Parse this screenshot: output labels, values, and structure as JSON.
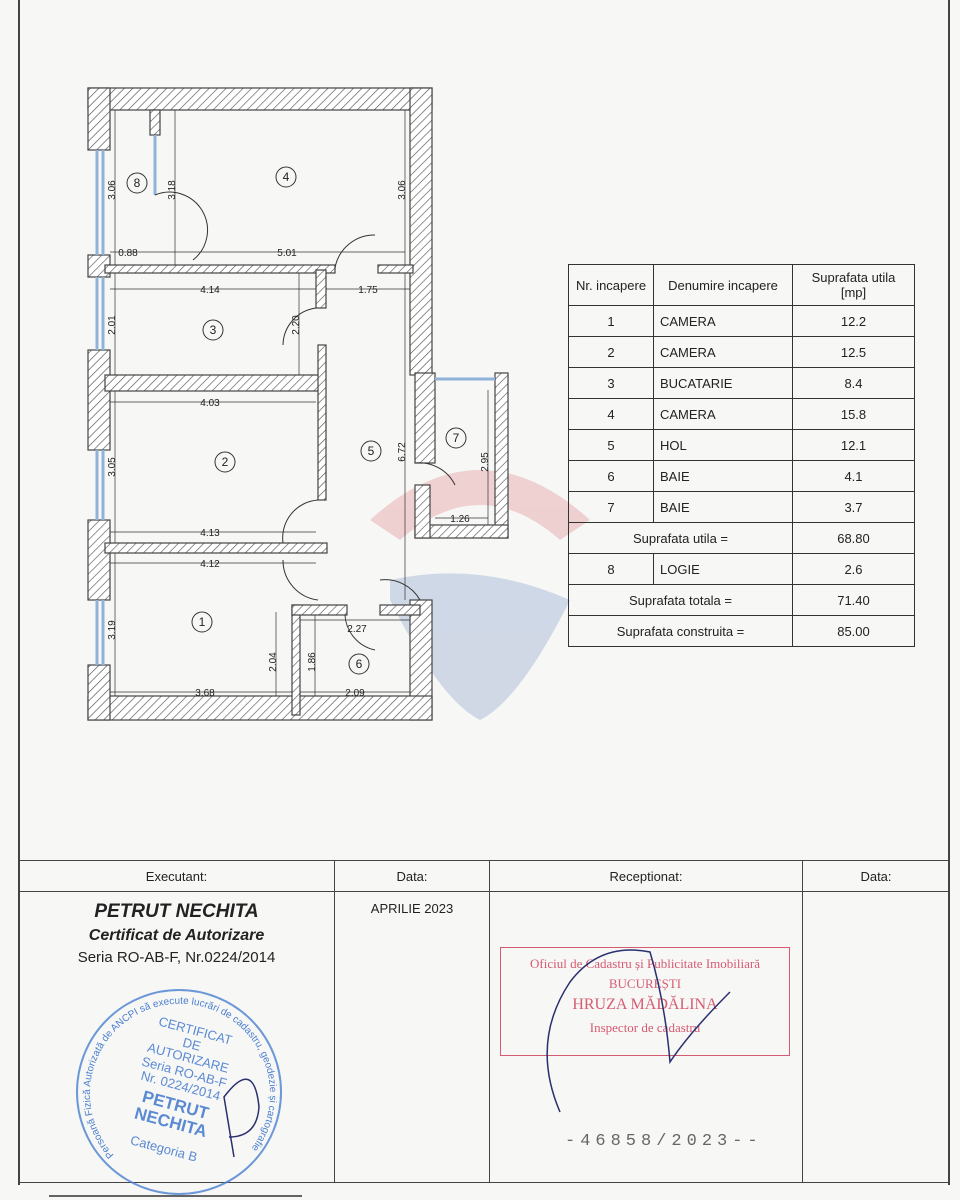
{
  "floor_plan": {
    "room_numbers": [
      "1",
      "2",
      "3",
      "4",
      "5",
      "6",
      "7",
      "8"
    ],
    "dimensions": [
      "3.06",
      "3.18",
      "3.06",
      "0.88",
      "5.01",
      "4.14",
      "1.75",
      "2.01",
      "2.20",
      "4.03",
      "3.05",
      "6.72",
      "2.95",
      "1.26",
      "4.13",
      "4.12",
      "3.19",
      "2.04",
      "1.86",
      "2.27",
      "3.68",
      "2.09"
    ]
  },
  "area_table": {
    "headers": [
      "Nr. incapere",
      "Denumire incapere",
      "Suprafata utila [mp]"
    ],
    "rows": [
      {
        "nr": "1",
        "name": "CAMERA",
        "area": "12.2"
      },
      {
        "nr": "2",
        "name": "CAMERA",
        "area": "12.5"
      },
      {
        "nr": "3",
        "name": "BUCATARIE",
        "area": "8.4"
      },
      {
        "nr": "4",
        "name": "CAMERA",
        "area": "15.8"
      },
      {
        "nr": "5",
        "name": "HOL",
        "area": "12.1"
      },
      {
        "nr": "6",
        "name": "BAIE",
        "area": "4.1"
      },
      {
        "nr": "7",
        "name": "BAIE",
        "area": "3.7"
      }
    ],
    "useful_label": "Suprafata utila =",
    "useful_value": "68.80",
    "loggia": {
      "nr": "8",
      "name": "LOGIE",
      "area": "2.6"
    },
    "total_label": "Suprafata totala =",
    "total_value": "71.40",
    "built_label": "Suprafata construita =",
    "built_value": "85.00"
  },
  "signature_block": {
    "headers": [
      "Executant:",
      "Data:",
      "Receptionat:",
      "Data:"
    ],
    "executant_name": "PETRUT NECHITA",
    "executant_cert": "Certificat de Autorizare",
    "executant_series": "Seria RO-AB-F, Nr.0224/2014",
    "date": "APRILIE 2023",
    "stamp_left": [
      "CERTIFICAT",
      "DE",
      "AUTORIZARE",
      "Seria RO-AB-F",
      "Nr. 0224/2014",
      "PETRUT",
      "NECHITA",
      "Categoria B",
      "Persoană Fizică Autorizată de ANCPI să execute lucrări de cadastru, geodezie și cartografie"
    ],
    "stamp_right": [
      "Oficiul de Cadastru și Publicitate Imobiliară",
      "BUCUREȘTI",
      "HRUZA MĂDĂLINA",
      "Inspector de cadastru"
    ],
    "registration": "-46858/2023--"
  },
  "colors": {
    "wall": "#555555",
    "window": "#8fb3d9",
    "stamp_blue": "#4a7fd0",
    "stamp_red": "#d0405a",
    "ink": "#2a2f6e"
  }
}
